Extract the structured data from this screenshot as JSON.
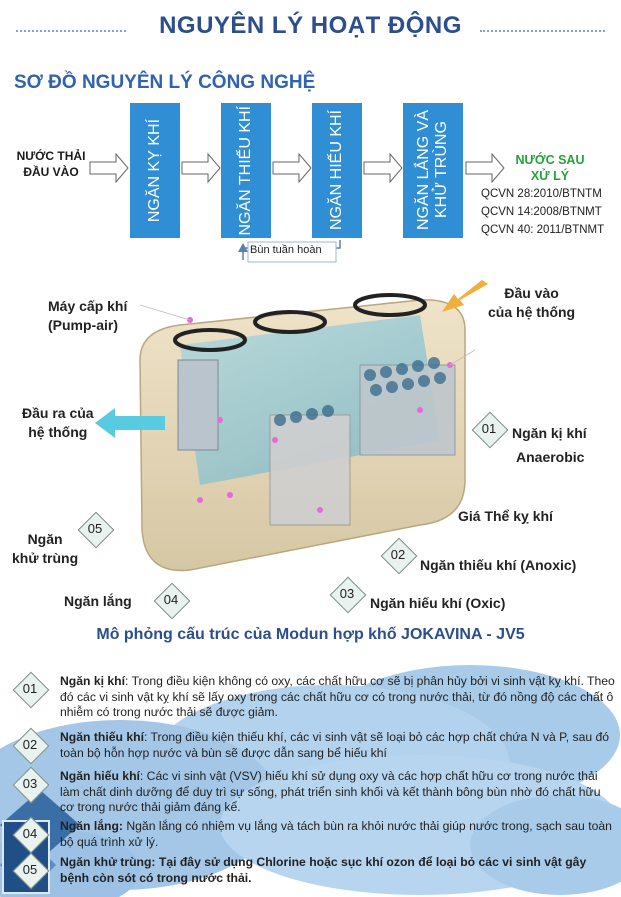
{
  "header": {
    "title": "NGUYÊN LÝ HOẠT ĐỘNG",
    "section_title": "SƠ ĐỒ NGUYÊN LÝ CÔNG NGHỆ"
  },
  "flow": {
    "input_line1": "NƯỚC THẢI",
    "input_line2": "ĐẦU VÀO",
    "stages": [
      "NGĂN KỴ KHÍ",
      "NGĂN THIẾU KHÍ",
      "NGĂN HIẾU KHÍ",
      "NGĂN LẮNG VÀ\nKHỬ TRÙNG"
    ],
    "output_line1": "NƯỚC SAU",
    "output_line2": "XỬ LÝ",
    "standards": [
      "QCVN 28:2010/BTNTM",
      "QCVN 14:2008/BTNMT",
      "QCVN 40: 2011/BTNMT"
    ],
    "recirculation": "Bùn tuần hoàn"
  },
  "diagram_labels": {
    "pump_line1": "Máy cấp khí",
    "pump_line2": "(Pump-air)",
    "inlet_line1": "Đầu vào",
    "inlet_line2": "của hệ thống",
    "outlet_line1": "Đầu ra của",
    "outlet_line2": "hệ thống",
    "anaerobic_name": "Ngăn kị khí",
    "anaerobic_en": "Anaerobic",
    "media": "Giá Thể kỵ khí",
    "disinfect_line1": "Ngăn",
    "disinfect_line2": "khử trùng",
    "anoxic": "Ngăn thiếu khí (Anoxic)",
    "settling": "Ngăn lắng",
    "oxic": "Ngăn hiếu khí (Oxic)",
    "num_01": "01",
    "num_02": "02",
    "num_03": "03",
    "num_04": "04",
    "num_05": "05"
  },
  "caption": "Mô phỏng cấu trúc của Modun hợp khố JOKAVINA - JV5",
  "descriptions": [
    {
      "num": "01",
      "title": "Ngăn kị khí",
      "text": ": Trong điều kiện không có oxy, các chất hữu cơ sẽ bị phân hủy bởi vi sinh vật kỵ khí. Theo đó các vi sinh vật kỵ khí sẽ lấy oxy trong các chất hữu cơ có trong nước thải, từ đó nồng độ các chất ô nhiễm có trong nước thải sẽ được giảm."
    },
    {
      "num": "02",
      "title": "Ngăn thiếu khí",
      "text": ": Trong điều kiện thiếu khí, các vi sinh vật sẽ loại bỏ các hợp chất chứa N và P, sau đó toàn bộ hỗn hợp nước và bùn sẽ được dẫn sang bể hiếu khí"
    },
    {
      "num": "03",
      "title": "Ngăn hiếu khí",
      "text": ": Các vi sinh vật (VSV) hiếu khí sử dụng oxy và các hợp chất hữu cơ trong nước thải làm chất dinh dưỡng để duy trì sự sống, phát triển sinh khối và kết thành bông bùn nhờ đó chất hữu cơ trong nước thải giảm đáng kể."
    },
    {
      "num": "04",
      "title": "Ngăn lắng:",
      "text": " Ngăn lắng có nhiệm vụ lắng và tách bùn ra khỏi nước thải giúp nước trong, sạch sau toàn bộ quá trình xử lý."
    },
    {
      "num": "05",
      "title": "Ngăn khử trùng:",
      "text": " Tại đây sử dụng Chlorine hoặc sục khí ozon để loại bỏ các vi sinh vật gây bệnh còn sót có trong nước thải."
    }
  ],
  "colors": {
    "title": "#2b4f8c",
    "section": "#2f63b2",
    "stage_box": "#2f8ed4",
    "output": "#22a33a",
    "cloud": "#9ec3e8"
  }
}
